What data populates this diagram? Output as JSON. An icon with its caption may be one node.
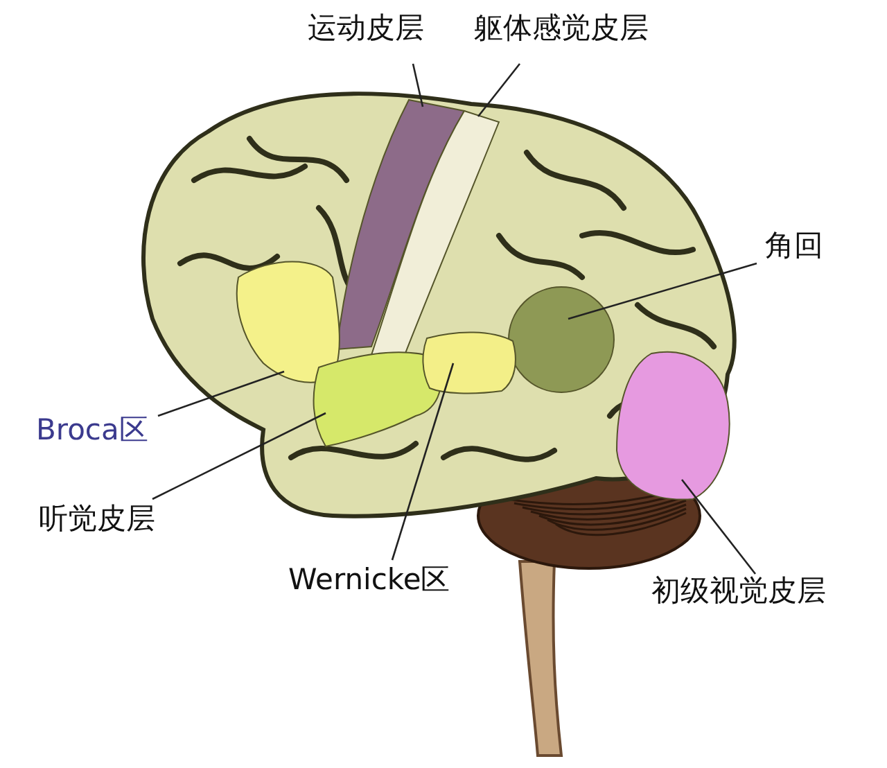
{
  "diagram": {
    "nodes": [
      {
        "text": [
          "运动皮层"
        ]
      },
      {
        "text": [
          "躯体感觉皮层"
        ]
      },
      {
        "text": [
          "角回"
        ]
      },
      {
        "text": [
          "Broca区"
        ]
      },
      {
        "text": [
          "听觉皮层"
        ]
      },
      {
        "text": [
          "Wernicke区"
        ]
      },
      {
        "text": [
          "初级视觉皮层"
        ]
      },
      {
        "text": [],
        "shape": "blob"
      },
      {
        "text": [],
        "shape": "blob"
      },
      {
        "text": [],
        "shape": "circle"
      },
      {
        "text": [],
        "shape": "blob"
      },
      {
        "text": [],
        "shape": "blob"
      },
      {
        "text": [],
        "shape": "blob"
      },
      {
        "text": [],
        "shape": "blob"
      }
    ],
    "edges": [
      {
        "from": 0,
        "to": 7,
        "arrow": "none"
      },
      {
        "from": 1,
        "to": 8,
        "arrow": "none"
      },
      {
        "from": 2,
        "to": 9,
        "arrow": "none"
      },
      {
        "from": 3,
        "to": 10,
        "arrow": "none"
      },
      {
        "from": 4,
        "to": 11,
        "arrow": "none"
      },
      {
        "from": 5,
        "to": 12,
        "arrow": "none"
      },
      {
        "from": 6,
        "to": 13,
        "arrow": "none"
      }
    ]
  }
}
